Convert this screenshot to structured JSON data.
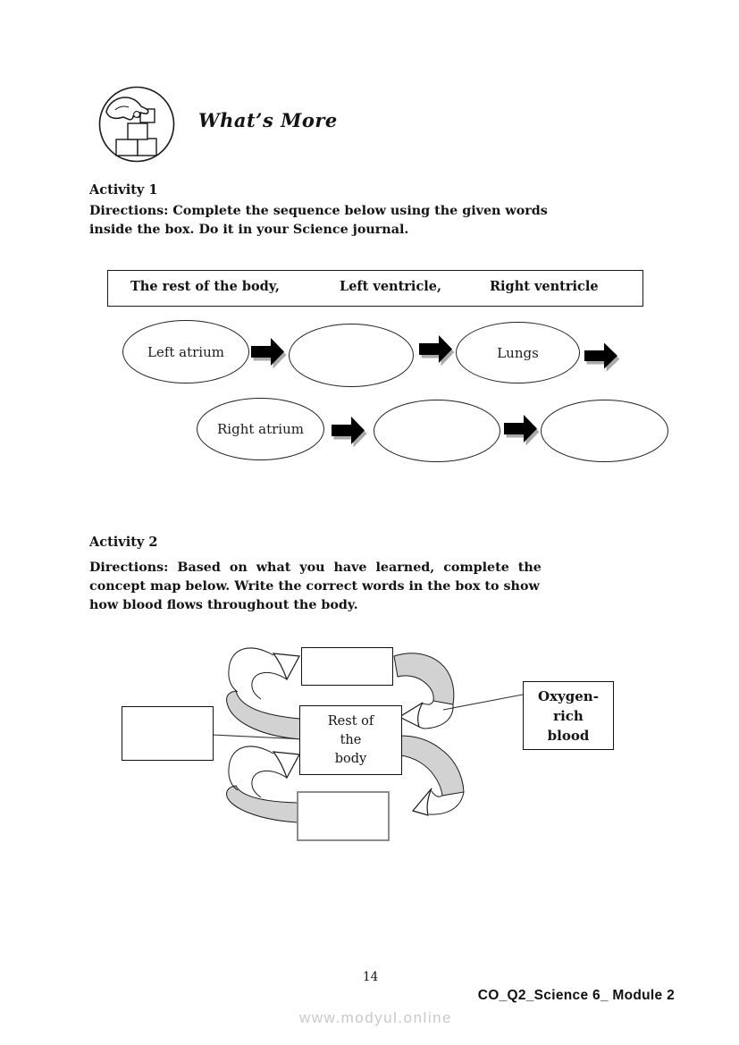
{
  "header": {
    "title": "What’s More",
    "icon": "hand-stacking-blocks-icon"
  },
  "activity1": {
    "heading": "Activity  1",
    "directions": "Directions: Complete the sequence below using the given words\ninside the box. Do it in your Science journal.",
    "word_bank": [
      "The rest of the body,",
      "Left ventricle,",
      "Right ventricle"
    ],
    "sequence_row1": [
      "Left atrium",
      "",
      "Lungs"
    ],
    "sequence_row2": [
      "Right atrium",
      "",
      ""
    ]
  },
  "activity2": {
    "heading": "Activity 2",
    "directions": "Directions:  Based  on  what  you  have  learned,  complete  the\nconcept map below. Write the correct words in the box to show\nhow blood flows throughout the body.",
    "concept_map": {
      "top_box": "",
      "left_box": "",
      "center_box": "Rest of\nthe\nbody",
      "bottom_box": "",
      "label_box": "Oxygen-\nrich\nblood"
    }
  },
  "footer": {
    "page_number": "14",
    "module_id": "CO_Q2_Science 6_ Module 2",
    "watermark": "www.modyul.online"
  },
  "colors": {
    "arrow_fill": "#000000",
    "arrow_shadow": "#aaaaaa",
    "ribbon_gray": "#d2d2d2"
  }
}
